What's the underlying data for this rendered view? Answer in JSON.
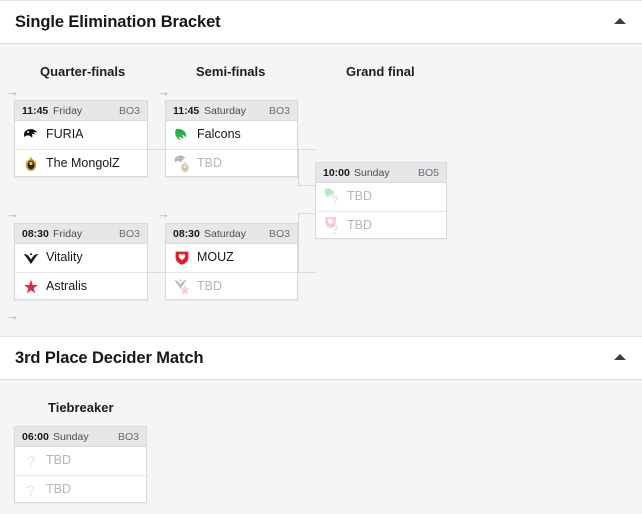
{
  "panels": [
    {
      "id": "single-elimination",
      "title": "Single Elimination Bracket",
      "collapse_icon": "chevron-up-icon",
      "rounds": [
        {
          "label": "Quarter-finals"
        },
        {
          "label": "Semi-finals"
        },
        {
          "label": "Grand final"
        }
      ]
    },
    {
      "id": "third-place",
      "title": "3rd Place Decider Match",
      "collapse_icon": "chevron-up-icon",
      "rounds": [
        {
          "label": "Tiebreaker"
        }
      ]
    }
  ],
  "matches": {
    "qf1": {
      "time": "11:45",
      "day": "Friday",
      "format": "BO3",
      "teams": [
        {
          "name": "FURIA",
          "logo": "furia-logo",
          "tbd": false
        },
        {
          "name": "The MongolZ",
          "logo": "mongolz-logo",
          "tbd": false
        }
      ]
    },
    "qf2": {
      "time": "08:30",
      "day": "Friday",
      "format": "BO3",
      "teams": [
        {
          "name": "Vitality",
          "logo": "vitality-logo",
          "tbd": false
        },
        {
          "name": "Astralis",
          "logo": "astralis-logo",
          "tbd": false
        }
      ]
    },
    "sf1": {
      "time": "11:45",
      "day": "Saturday",
      "format": "BO3",
      "teams": [
        {
          "name": "Falcons",
          "logo": "falcons-logo",
          "tbd": false
        },
        {
          "name": "TBD",
          "logo": "furia-mongolz-stack",
          "tbd": true
        }
      ]
    },
    "sf2": {
      "time": "08:30",
      "day": "Saturday",
      "format": "BO3",
      "teams": [
        {
          "name": "MOUZ",
          "logo": "mouz-logo",
          "tbd": false
        },
        {
          "name": "TBD",
          "logo": "vitality-astralis-stack",
          "tbd": true
        }
      ]
    },
    "gf": {
      "time": "10:00",
      "day": "Sunday",
      "format": "BO5",
      "teams": [
        {
          "name": "TBD",
          "logo": "falcons-question-stack",
          "tbd": true
        },
        {
          "name": "TBD",
          "logo": "mouz-question-stack",
          "tbd": true
        }
      ]
    },
    "tb": {
      "time": "06:00",
      "day": "Sunday",
      "format": "BO3",
      "teams": [
        {
          "name": "TBD",
          "logo": "question-logo",
          "tbd": true
        },
        {
          "name": "TBD",
          "logo": "question-logo",
          "tbd": true
        }
      ]
    }
  },
  "arrows": {
    "glyph": "→"
  },
  "colors": {
    "page_bg": "#f4f5f6",
    "panel_bg": "#ffffff",
    "card_border": "#d8dade",
    "card_header_bg": "#e6e7e9",
    "connector": "#d7d9dc",
    "tbd_text": "#b3b6ba",
    "furia": "#111111",
    "mongolz": "#c79a2e",
    "falcons": "#27b34a",
    "mouz": "#e01e2b",
    "vitality": "#16181a",
    "astralis": "#e0283c"
  }
}
